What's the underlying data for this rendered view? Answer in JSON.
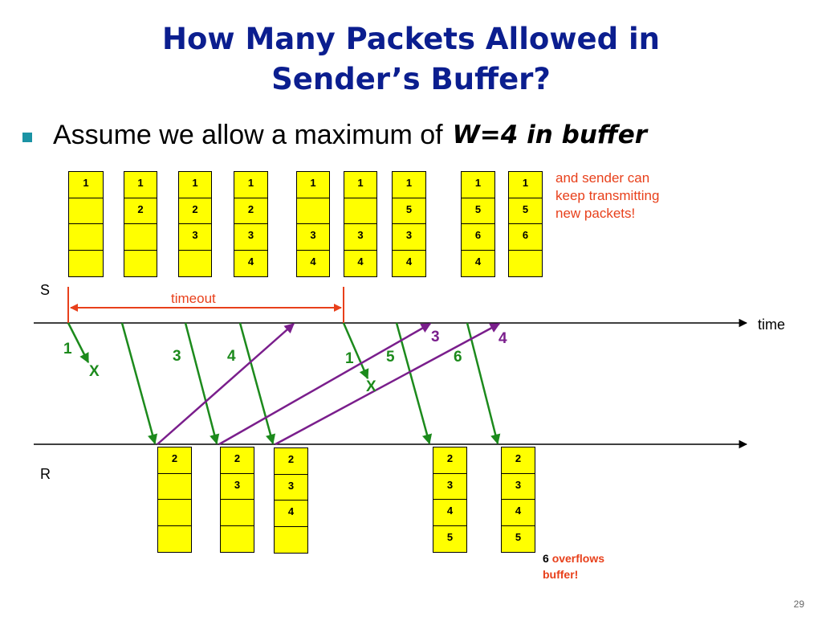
{
  "title": {
    "line1": "How Many Packets Allowed in",
    "line2": "Sender’s Buffer?"
  },
  "bullet": {
    "text": "Assume we allow a maximum of",
    "emphasis": "W=4 in buffer"
  },
  "sender_buffers": [
    [
      "1",
      "",
      "",
      ""
    ],
    [
      "1",
      "2",
      "",
      ""
    ],
    [
      "1",
      "2",
      "3",
      ""
    ],
    [
      "1",
      "2",
      "3",
      "4"
    ],
    [
      "1",
      "",
      "3",
      "4"
    ],
    [
      "1",
      "",
      "3",
      "4"
    ],
    [
      "1",
      "5",
      "3",
      "4"
    ],
    [
      "1",
      "5",
      "6",
      "4"
    ],
    [
      "1",
      "5",
      "6",
      ""
    ]
  ],
  "receiver_buffers": [
    [
      "2",
      "",
      "",
      ""
    ],
    [
      "2",
      "3",
      "",
      ""
    ],
    [
      "2",
      "3",
      "4",
      ""
    ],
    [
      "2",
      "3",
      "4",
      "5"
    ],
    [
      "2",
      "3",
      "4",
      "5"
    ]
  ],
  "labels": {
    "sender": "S",
    "receiver": "R",
    "time": "time",
    "timeout": "timeout"
  },
  "note": {
    "line1": "and sender can",
    "line2": "keep transmitting",
    "line3": "new packets!"
  },
  "packets": {
    "p1": "1",
    "x1": "X",
    "p3": "3",
    "p4": "4",
    "p1b": "1",
    "x2": "X",
    "p5": "5",
    "p6": "6",
    "ack3": "3",
    "ack4": "4"
  },
  "overflow": {
    "num": "6",
    "line1": "overflows",
    "line2": "buffer!"
  },
  "page_number": "29",
  "colors": {
    "title": "#0b1e8f",
    "bullet": "#1b93a4",
    "buffer": "#ffff00",
    "data_arrow": "#1c8a1c",
    "ack_arrow": "#7a1e8c",
    "timeout": "#e8401b",
    "note": "#e8401b"
  }
}
